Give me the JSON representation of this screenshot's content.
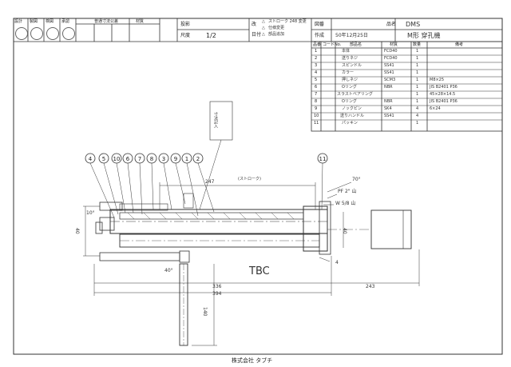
{
  "stamp_boxes": [
    "設計",
    "製図",
    "検図",
    "承認"
  ],
  "tolerance": {
    "title": "普通寸法公差",
    "material": "材質"
  },
  "scale": {
    "label": "尺度",
    "value": "1/2"
  },
  "projection": {
    "label": "投影"
  },
  "revisions": {
    "col_rev": "改",
    "col_date": "日付",
    "rows": [
      {
        "mark": "△",
        "text": "ストローク 248 変更"
      },
      {
        "mark": "△",
        "text": "仕様変更"
      },
      {
        "mark": "△",
        "text": "部品追加"
      }
    ]
  },
  "drawing_number": {
    "label": "図番",
    "value": "DMS",
    "product_label": "品名"
  },
  "created": {
    "label": "作成",
    "value": "50年12月25日"
  },
  "product_name": "M形 穿孔機",
  "parts_table": {
    "headers": [
      "品番",
      "コードNo.",
      "部品名",
      "材質",
      "数量",
      "備考"
    ],
    "rows": [
      {
        "no": "1",
        "name": "本体",
        "material": "FCD40",
        "qty": "1",
        "note": ""
      },
      {
        "no": "2",
        "name": "送りネジ",
        "material": "FCD40",
        "qty": "1",
        "note": ""
      },
      {
        "no": "3",
        "name": "スピンドル",
        "material": "SS41",
        "qty": "1",
        "note": ""
      },
      {
        "no": "4",
        "name": "カラー",
        "material": "SS41",
        "qty": "1",
        "note": ""
      },
      {
        "no": "5",
        "name": "押しネジ",
        "material": "SCM3",
        "qty": "1",
        "note": "M8×25"
      },
      {
        "no": "6",
        "name": "Oリング",
        "material": "NBR",
        "qty": "1",
        "note": "JIS B2401 P36"
      },
      {
        "no": "7",
        "name": "スラストベアリング",
        "material": "",
        "qty": "1",
        "note": "45×28×14.5"
      },
      {
        "no": "8",
        "name": "Oリング",
        "material": "NBR",
        "qty": "1",
        "note": "JIS B2401 P36"
      },
      {
        "no": "9",
        "name": "ノックピン",
        "material": "SK4",
        "qty": "4",
        "note": "6×24"
      },
      {
        "no": "10",
        "name": "送りハンドル",
        "material": "SS41",
        "qty": "4",
        "note": ""
      },
      {
        "no": "11",
        "name": "パッキン",
        "material": "",
        "qty": "1",
        "note": ""
      }
    ]
  },
  "balloons": [
    "4",
    "5",
    "10",
    "6",
    "7",
    "8",
    "3",
    "9",
    "1",
    "2",
    "11"
  ],
  "dimensions": {
    "stroke": "247",
    "stroke_label": "(ストローク)",
    "angle_70": "70°",
    "pf": "PF 2\" 山",
    "w": "W 5/8 山",
    "angle_10": "10°",
    "dia_left": "40",
    "dia_right": "40",
    "small_4": "4",
    "angle_40": "40°",
    "d336": "336",
    "d394": "394",
    "d243": "243",
    "d140": "140"
  },
  "tbc_label": "TBC",
  "note_box": "寸法記入",
  "company": "株式会社 タブチ"
}
